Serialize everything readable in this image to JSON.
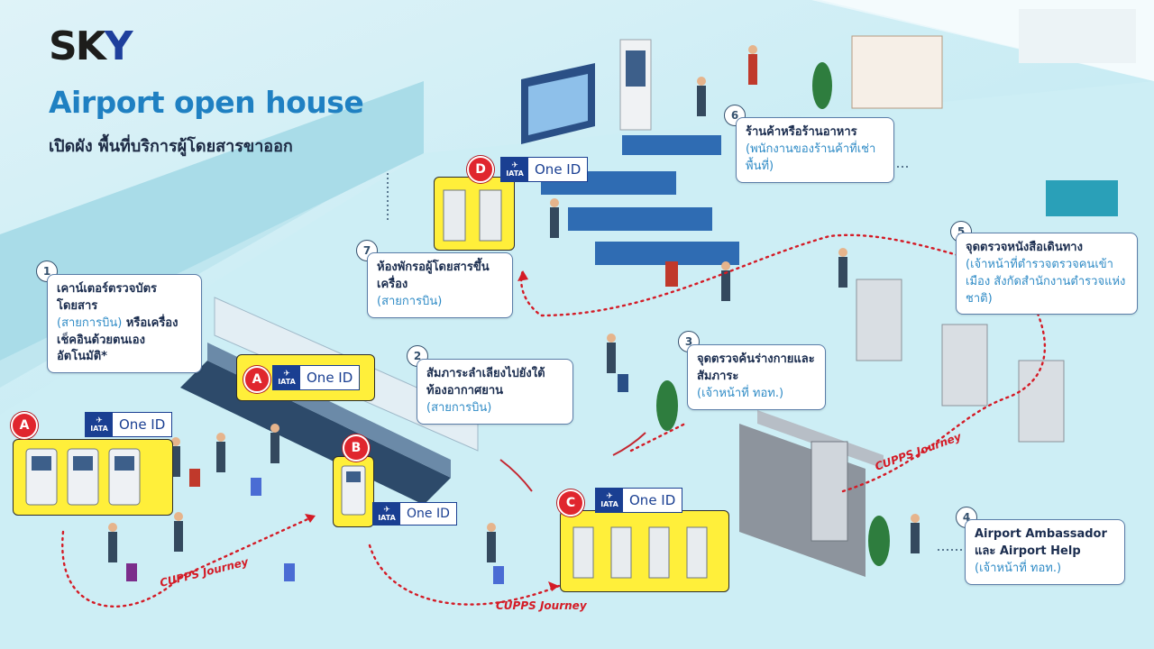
{
  "brand": {
    "logo_text_left": "SK",
    "logo_text_right": "Y",
    "title": "Airport open house",
    "subtitle": "เปิดผัง พื้นที่บริการผู้โดยสารขาออก"
  },
  "colors": {
    "title_blue": "#1f80c2",
    "badge_red": "#e0262e",
    "highlight_yellow": "#ffef3a",
    "iata_blue": "#1a3f92",
    "path_red": "#d41b26"
  },
  "oneid": {
    "label": "One ID",
    "iata_text": "IATA"
  },
  "callouts": [
    {
      "num": "1",
      "title": "เคาน์เตอร์ตรวจบัตรโดยสาร",
      "sub": "(สายการบิน)",
      "title2": "หรือเครื่องเช็คอินด้วยตนเองอัตโนมัติ*"
    },
    {
      "num": "2",
      "title": "สัมภาระลำเลียงไปยังใต้ท้องอากาศยาน",
      "sub": "(สายการบิน)"
    },
    {
      "num": "3",
      "title": "จุดตรวจค้นร่างกายและสัมภาระ",
      "sub": "(เจ้าหน้าที่ ทอท.)"
    },
    {
      "num": "4",
      "title": "Airport Ambassador และ Airport Help",
      "sub": "(เจ้าหน้าที่ ทอท.)"
    },
    {
      "num": "5",
      "title": "จุดตรวจหนังสือเดินทาง",
      "sub": "(เจ้าหน้าที่ตำรวจตรวจคนเข้าเมือง สังกัดสำนักงานตำรวจแห่งชาติ)"
    },
    {
      "num": "6",
      "title": "ร้านค้าหรือร้านอาหาร",
      "sub": "(พนักงานของร้านค้าที่เช่าพื้นที่)"
    },
    {
      "num": "7",
      "title": "ห้องพักรอผู้โดยสารขึ้นเครื่อง",
      "sub": "(สายการบิน)"
    }
  ],
  "letters": {
    "a": "A",
    "b": "B",
    "c": "C",
    "d": "D"
  },
  "journey": {
    "label": "CUPPS Journey"
  }
}
